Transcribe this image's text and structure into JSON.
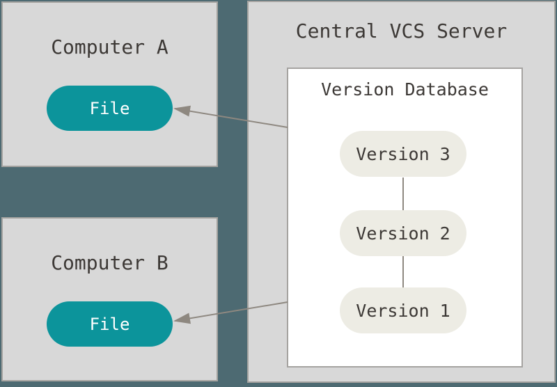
{
  "colors": {
    "background": "#4d6a72",
    "box_fill": "#d8d8d8",
    "box_border": "#a5a3a0",
    "white_box_fill": "#ffffff",
    "file_pill_fill": "#0c949b",
    "version_pill_fill": "#edece4",
    "text_dark": "#3c3835",
    "text_light": "#ffffff",
    "line_color": "#8e8880"
  },
  "computer_a": {
    "title": "Computer A",
    "file_label": "File"
  },
  "computer_b": {
    "title": "Computer B",
    "file_label": "File"
  },
  "server": {
    "title": "Central VCS Server",
    "database": {
      "title": "Version Database",
      "versions": [
        "Version 3",
        "Version 2",
        "Version 1"
      ]
    }
  }
}
